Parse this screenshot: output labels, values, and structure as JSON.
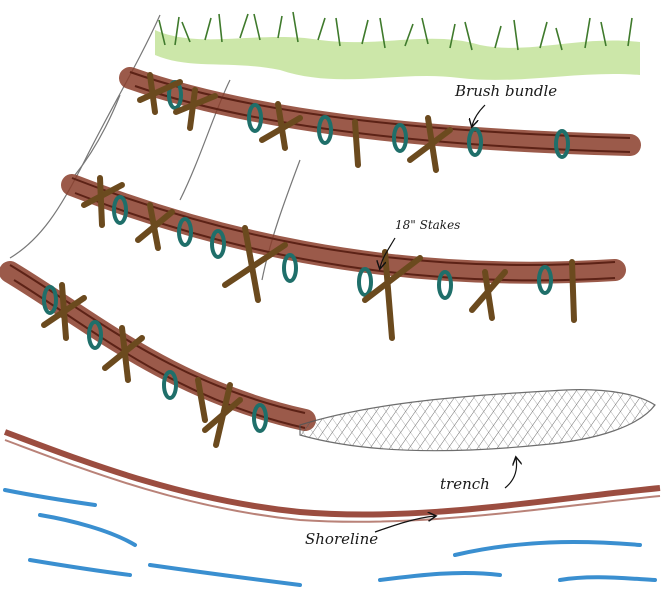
{
  "labels": {
    "brush_bundle": "Brush bundle",
    "stakes": "18\" Stakes",
    "trench": "trench",
    "shoreline": "Shoreline"
  },
  "colors": {
    "vegetation": "#8cc060",
    "bundle": "#8a3d2a",
    "stake": "#6b4a1e",
    "tie": "#1f6f6a",
    "trench": "#555555",
    "shoreline": "#8a2e1e",
    "water": "#3a8fd0"
  }
}
